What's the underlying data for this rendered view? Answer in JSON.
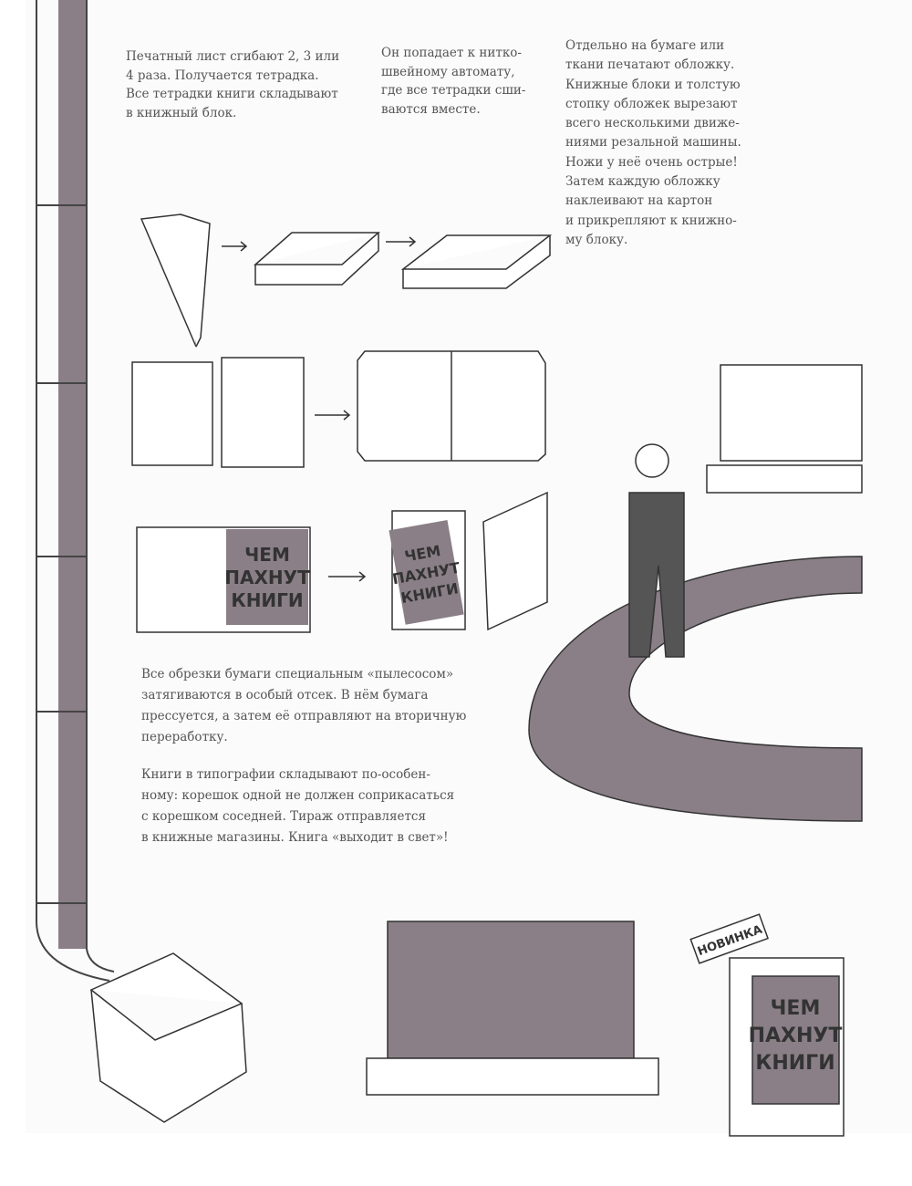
{
  "steps": {
    "folding": [
      "Печатный лист сгибают 2, 3 или",
      "4 раза. Получается тетрадка.",
      "Все тетрадки книги складывают",
      "в книжный блок."
    ],
    "sewing": [
      "Он попадает к нитко-",
      "швейному автомату,",
      "где все тетрадки сши-",
      "ваются вместе."
    ],
    "cover": [
      "Отдельно на бумаге или",
      "ткани печатают обложку.",
      "Книжные блоки и толстую",
      "стопку обложек вырезают",
      "всего несколькими движе-",
      "ниями резальной машины.",
      "Ножи у неё очень острые!",
      "Затем каждую обложку",
      "наклеивают на картон",
      "и прикрепляют к книжно-",
      "му блоку."
    ],
    "recycling": [
      "Все обрезки бумаги специальным «пылесосом»",
      "затягиваются в особый отсек. В нём бумага",
      "прессуется, а затем её отправляют на вторичную",
      "переработку."
    ],
    "shipping": [
      "Книги в типографии складывают по-особен-",
      "ному: корешок одной не должен соприкасаться",
      "с корешком соседней. Тираж отправляется",
      "в книжные магазины. Книга «выходит в свет»!"
    ]
  },
  "book_cover": {
    "line1": "ЧЕМ",
    "line2": "ПАХНУТ",
    "line3": "КНИГИ"
  },
  "new_sign": "НОВИНКА",
  "colors": {
    "accent": "#8a7f86",
    "ink": "#333333"
  }
}
